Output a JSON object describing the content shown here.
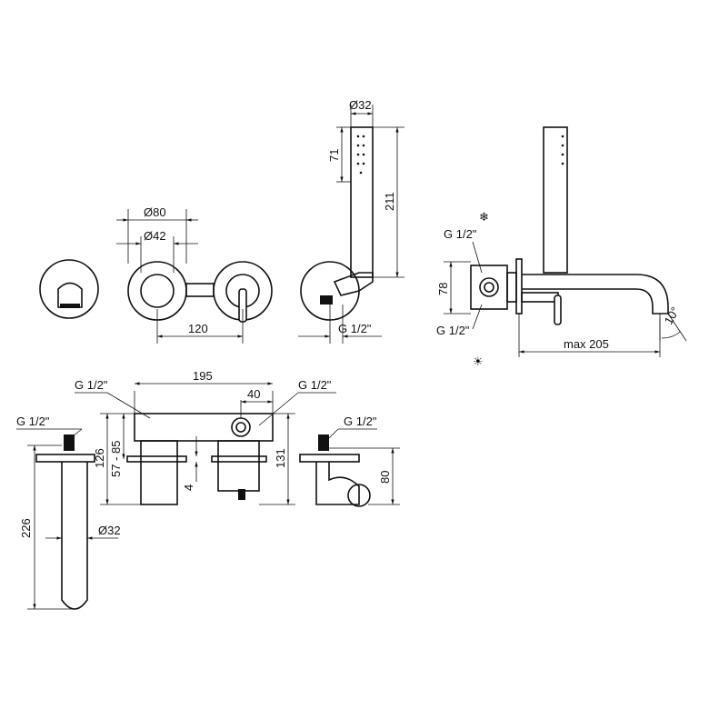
{
  "drawing": {
    "top_view": {
      "outer_diameter": "Ø80",
      "inner_diameter": "Ø42",
      "spacing": "120",
      "holder_thread": "G 1/2\""
    },
    "hand_shower": {
      "diameter": "Ø32",
      "head_length": "71",
      "total_length": "211"
    },
    "side_view": {
      "thread_top": "G 1/2\"",
      "thread_bottom": "G 1/2\"",
      "height": "78",
      "spout_reach": "max 205",
      "angle": "10°",
      "cold_icon": "snowflake-icon",
      "hot_icon": "sun-icon"
    },
    "front_section": {
      "thread_spout": "G 1/2\"",
      "spout_length": "226",
      "spout_diameter": "Ø32",
      "thread_left": "G 1/2\"",
      "body_width": "195",
      "outlet_offset": "40",
      "thread_right": "G 1/2\"",
      "depth_total": "126",
      "depth_range": "57 - 85",
      "gap": "4",
      "depth_right": "131",
      "thread_holder": "G 1/2\"",
      "holder_depth": "80"
    }
  }
}
